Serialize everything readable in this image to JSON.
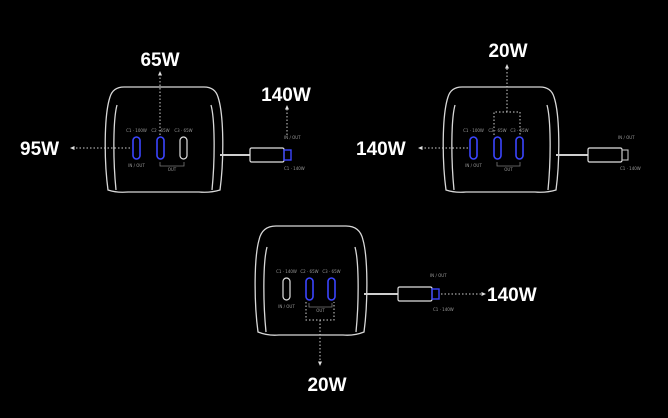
{
  "colors": {
    "background": "#000000",
    "outline": "#d8d8d8",
    "port_active": "#3b45ff",
    "label": "#ffffff"
  },
  "panels": [
    {
      "ports": [
        {
          "label": "C1 · 100W",
          "active": true
        },
        {
          "label": "C2 · 65W",
          "active": true
        },
        {
          "label": "C3 · 65W",
          "active": false
        }
      ],
      "in_out_label": "IN / OUT",
      "out_label": "OUT",
      "cable_top_label": "IN / OUT",
      "cable_bottom_label": "C1 · 140W",
      "callouts": [
        "95W",
        "65W",
        "140W"
      ]
    },
    {
      "ports": [
        {
          "label": "C1 · 100W",
          "active": true
        },
        {
          "label": "C2 · 65W",
          "active": true
        },
        {
          "label": "C3 · 65W",
          "active": true
        }
      ],
      "in_out_label": "IN / OUT",
      "out_label": "OUT",
      "cable_top_label": "IN / OUT",
      "cable_bottom_label": "C1 · 140W",
      "callouts": [
        "140W",
        "20W"
      ]
    },
    {
      "ports": [
        {
          "label": "C1 · 140W",
          "active": false
        },
        {
          "label": "C2 · 65W",
          "active": true
        },
        {
          "label": "C3 · 65W",
          "active": true
        }
      ],
      "in_out_label": "IN / OUT",
      "out_label": "OUT",
      "cable_top_label": "IN / OUT",
      "cable_bottom_label": "C1 · 140W",
      "callouts": [
        "140W",
        "20W"
      ]
    }
  ]
}
